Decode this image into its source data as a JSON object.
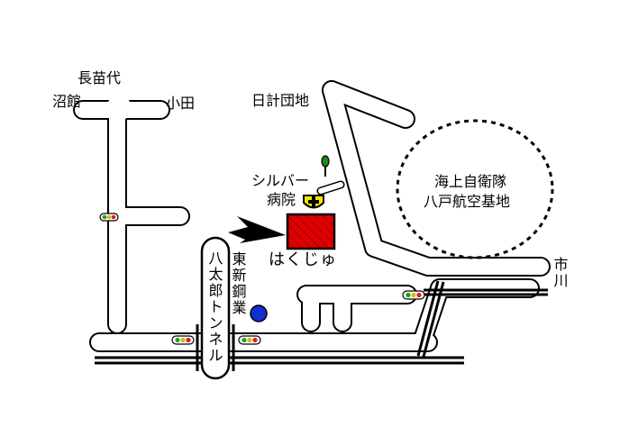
{
  "map": {
    "labels": {
      "naganaedai": "長苗代",
      "numadate": "沼館",
      "oda": "小田",
      "hibakari_danchi": "日計団地",
      "silver_hospital_line1": "シルバー",
      "silver_hospital_line2": "病院",
      "airbase_line1": "海上自衛隊",
      "airbase_line2": "八戸航空基地",
      "hakuju": "はくじゅ",
      "higashi_shin_kougyou": "東新鋼業",
      "hachitaro_tunnel": "八太郎トンネル",
      "ichikawa": "市川"
    },
    "colors": {
      "destination": "#e00000",
      "hospital_mark": "#f5e600",
      "company_marker": "#1030d0",
      "tree": "#1a8a1a",
      "signal_green": "#20a020",
      "signal_yellow": "#d0c000",
      "signal_red": "#e02020"
    }
  }
}
